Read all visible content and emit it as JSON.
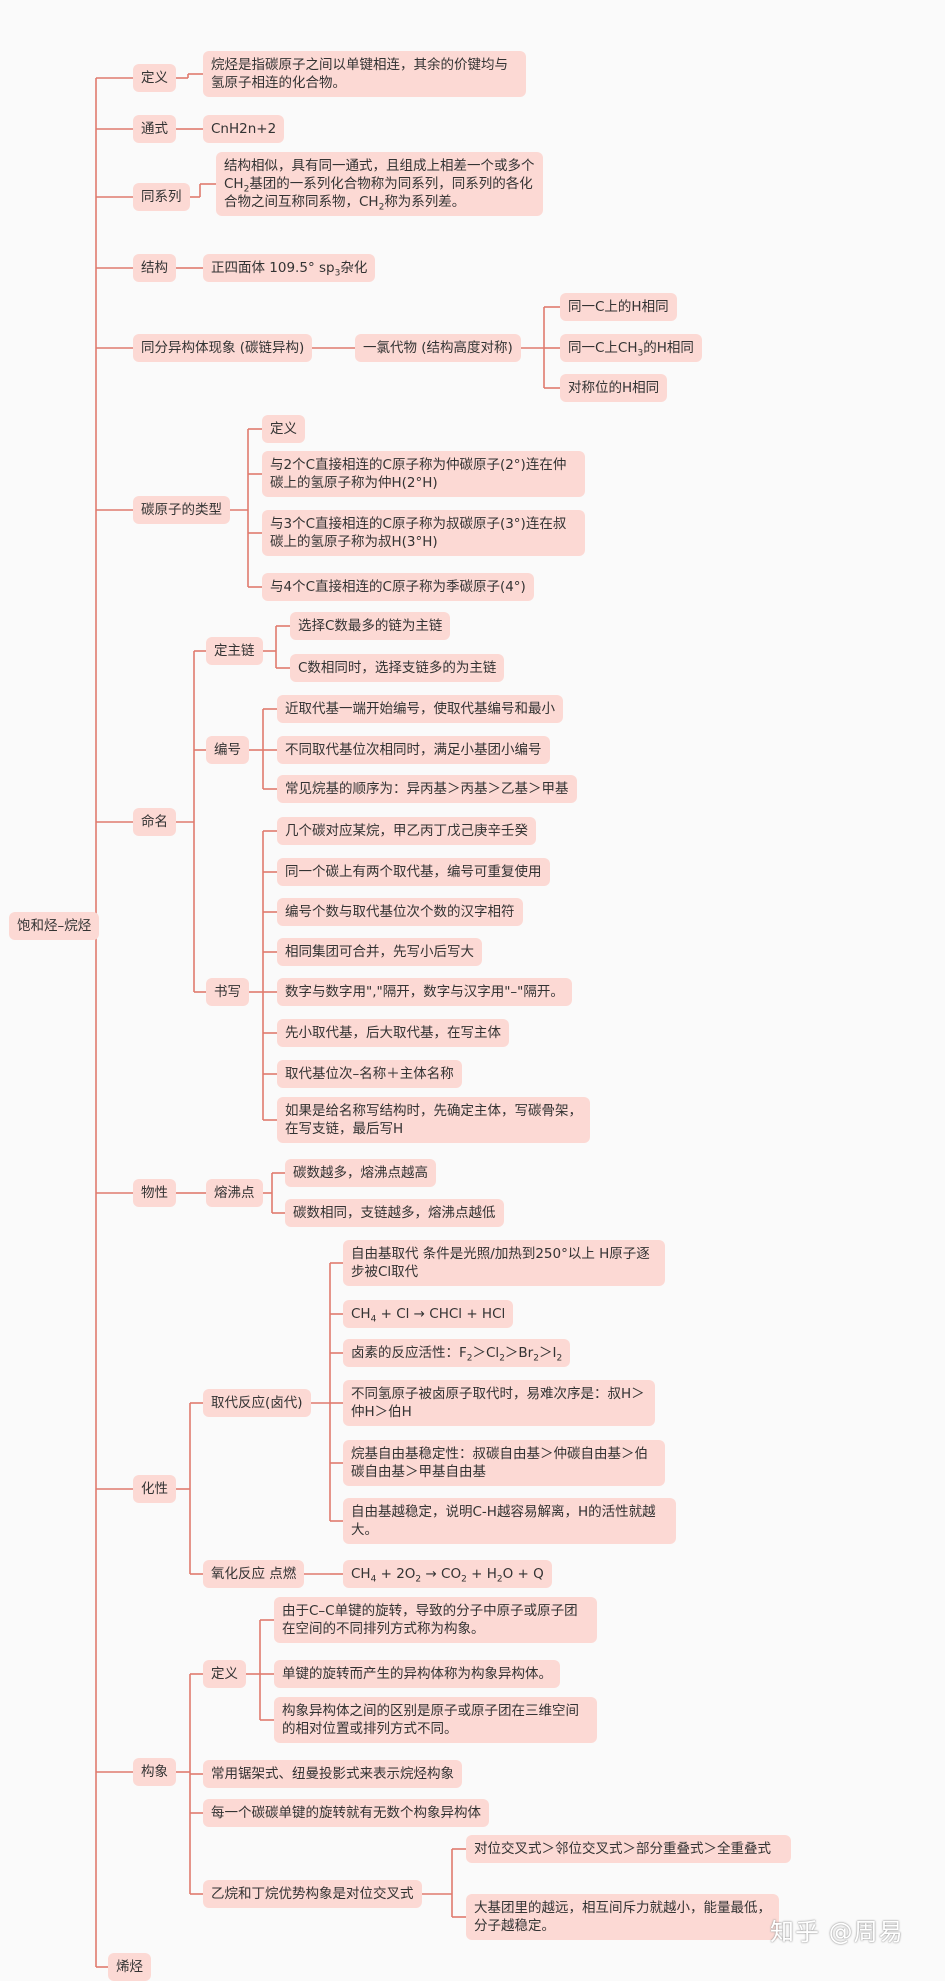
{
  "root": "饱和烃–烷烃",
  "def": {
    "label": "定义",
    "text": "烷烃是指碳原子之间以单键相连，其余的价键均与氢原子相连的化合物。"
  },
  "general": {
    "label": "通式",
    "text": "CnH2n+2"
  },
  "homolog": {
    "label": "同系列",
    "t1": "结构相似，具有同一通式，且组成上相差一个或多个CH",
    "t2": "基团的一系列化合物称为同系列，同系列的各化合物之间互称同系物，CH",
    "t3": "称为系列差。",
    "sub": "2"
  },
  "structure": {
    "label": "结构",
    "t1": "正四面体 109.5° sp",
    "t2": "杂化",
    "sub": "3"
  },
  "isomer": {
    "label": "同分异构体现象 (碳链异构)",
    "mono": "一氯代物 (结构高度对称)",
    "c1": "同一C上的H相同",
    "c2a": "同一C上CH",
    "c2b": "的H相同",
    "c3": "对称位的H相同",
    "sub": "3"
  },
  "ctype": {
    "label": "碳原子的类型",
    "c1": "定义",
    "c2": "与2个C直接相连的C原子称为仲碳原子(2°)连在仲碳上的氢原子称为仲H(2°H)",
    "c3": "与3个C直接相连的C原子称为叔碳原子(3°)连在叔碳上的氢原子称为叔H(3°H)",
    "c4": "与4个C直接相连的C原子称为季碳原子(4°)"
  },
  "naming": {
    "label": "命名",
    "main": {
      "label": "定主链",
      "i1": "选择C数最多的链为主链",
      "i2": "C数相同时，选择支链多的为主链"
    },
    "num": {
      "label": "编号",
      "i1": "近取代基一端开始编号，使取代基编号和最小",
      "i2": "不同取代基位次相同时，满足小基团小编号",
      "i3": "常见烷基的顺序为：异丙基＞丙基＞乙基＞甲基"
    },
    "write": {
      "label": "书写",
      "i1": "几个碳对应某烷，甲乙丙丁戊己庚辛壬癸",
      "i2": "同一个碳上有两个取代基，编号可重复使用",
      "i3": "编号个数与取代基位次个数的汉字相符",
      "i4": "相同集团可合并，先写小后写大",
      "i5": "数字与数字用\",\"隔开，数字与汉字用\"–\"隔开。",
      "i6": "先小取代基，后大取代基，在写主体",
      "i7": "取代基位次–名称＋主体名称",
      "i8": "如果是给名称写结构时，先确定主体，写碳骨架，在写支链，最后写H"
    }
  },
  "physical": {
    "label": "物性",
    "mp": "熔沸点",
    "i1": "碳数越多，熔沸点越高",
    "i2": "碳数相同，支链越多，熔沸点越低"
  },
  "chemical": {
    "label": "化性",
    "sub": {
      "label": "取代反应(卤代)",
      "i1": "自由基取代 条件是光照/加热到250°以上 H原子逐步被Cl取代",
      "i2a": "CH",
      "i2b": " + Cl → CHCl + HCl",
      "i3a": "卤素的反应活性：F",
      "i3b": "＞Cl",
      "i3c": "＞Br",
      "i3d": "＞I",
      "i4": "不同氢原子被卤原子取代时，易难次序是：叔H＞仲H＞伯H",
      "i5": "烷基自由基稳定性：叔碳自由基＞仲碳自由基＞伯碳自由基＞甲基自由基",
      "i6": "自由基越稳定，说明C-H越容易解离，H的活性就越大。"
    },
    "oxi": {
      "label": "氧化反应 点燃",
      "e1": "CH",
      "e2": " + 2O",
      "e3": " → CO",
      "e4": " + H",
      "e5": "O + Q",
      "s4": "4",
      "s2": "2"
    }
  },
  "conform": {
    "label": "构象",
    "def": {
      "label": "定义",
      "i1": "由于C–C单键的旋转，导致的分子中原子或原子团在空间的不同排列方式称为构象。",
      "i2": "单键的旋转而产生的异构体称为构象异构体。",
      "i3": "构象异构体之间的区别是原子或原子团在三维空间的相对位置或排列方式不同。"
    },
    "c2": "常用锯架式、纽曼投影式来表示烷烃构象",
    "c3": "每一个碳碳单键的旋转就有无数个构象异构体",
    "c4": {
      "label": "乙烷和丁烷优势构象是对位交叉式",
      "i1": "对位交叉式＞邻位交叉式＞部分重叠式＞全重叠式",
      "i2": "大基团里的越远，相互间斥力就越小，能量最低，分子越稳定。"
    }
  },
  "alkene": "烯烃",
  "watermark": "知乎 @周易"
}
